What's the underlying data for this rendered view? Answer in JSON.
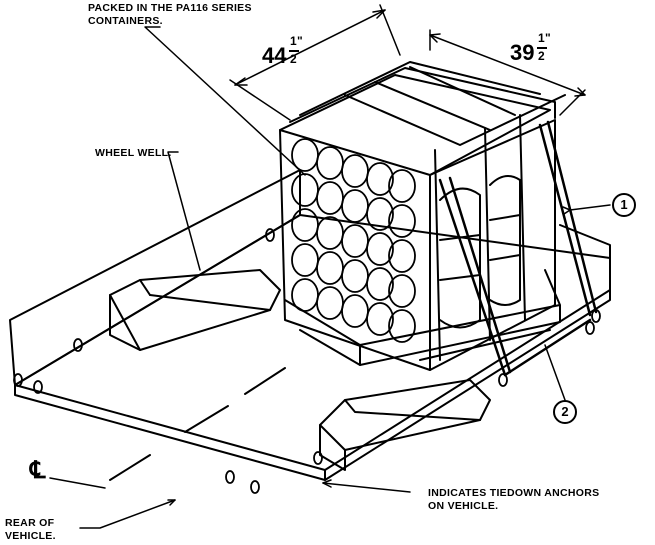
{
  "labels": {
    "containers": [
      "PACKED IN THE PA116 SERIES",
      "CONTAINERS."
    ],
    "wheel_well": "WHEEL WELL.",
    "tiedown": [
      "INDICATES TIEDOWN ANCHORS",
      "ON VEHICLE."
    ],
    "rear": [
      "REAR OF",
      "VEHICLE."
    ],
    "centerline": "℄"
  },
  "dimensions": {
    "width": {
      "whole": "44",
      "num": "1",
      "den": "2",
      "unit": "\""
    },
    "depth": {
      "whole": "39",
      "num": "1",
      "den": "2",
      "unit": "\""
    }
  },
  "callouts": [
    "1",
    "2"
  ]
}
